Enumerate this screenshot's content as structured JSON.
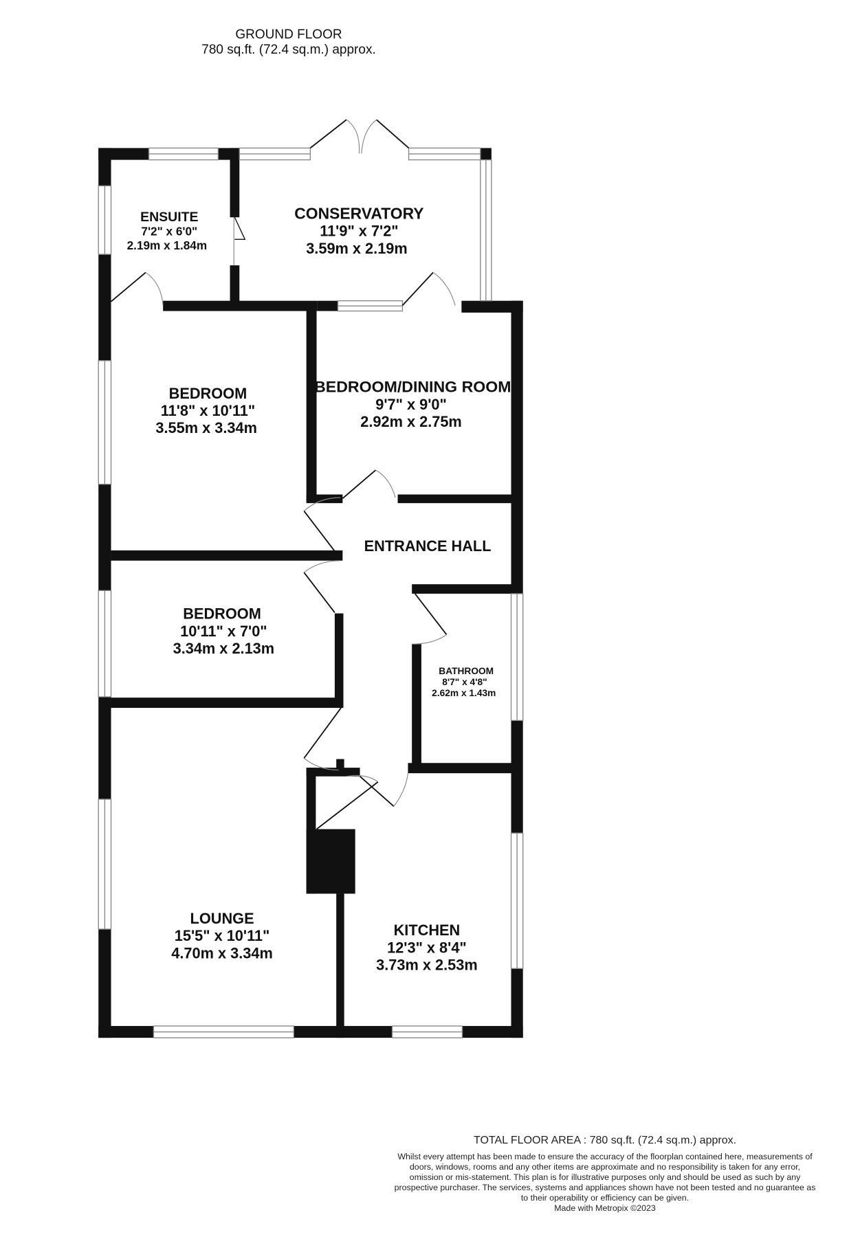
{
  "header": {
    "floor_name": "GROUND FLOOR",
    "floor_area": "780 sq.ft. (72.4 sq.m.) approx."
  },
  "rooms": [
    {
      "name": "ENSUITE",
      "imperial": "7'2\"  x 6'0\"",
      "metric": "2.19m  x 1.84m"
    },
    {
      "name": "CONSERVATORY",
      "imperial": "11'9\"  x 7'2\"",
      "metric": "3.59m  x 2.19m"
    },
    {
      "name": "BEDROOM",
      "imperial": "11'8\"  x 10'11\"",
      "metric": "3.55m  x 3.34m"
    },
    {
      "name": "BEDROOM/DINING ROOM",
      "imperial": "9'7\"  x 9'0\"",
      "metric": "2.92m  x 2.75m"
    },
    {
      "name": "ENTRANCE HALL"
    },
    {
      "name": "BEDROOM",
      "imperial": "10'11\"  x 7'0\"",
      "metric": "3.34m  x 2.13m"
    },
    {
      "name": "BATHROOM",
      "imperial": "8'7\"  x 4'8\"",
      "metric": "2.62m  x 1.43m"
    },
    {
      "name": "LOUNGE",
      "imperial": "15'5\"  x 10'11\"",
      "metric": "4.70m  x 3.34m"
    },
    {
      "name": "KITCHEN",
      "imperial": "12'3\"  x 8'4\"",
      "metric": "3.73m  x 2.53m"
    }
  ],
  "footer": {
    "total_area": "TOTAL FLOOR AREA : 780 sq.ft. (72.4 sq.m.) approx.",
    "disclaimer": "Whilst every attempt has been made to ensure the accuracy of the floorplan contained here, measurements of doors, windows, rooms and any other items are approximate and no responsibility is taken for any error, omission or mis-statement. This plan is for illustrative purposes only and should be used as such by any prospective purchaser. The services, systems and appliances shown have not been tested and no guarantee as to their operability or efficiency can be given.",
    "credit": "Made with Metropix ©2023"
  },
  "colors": {
    "wall": "#111111",
    "window_line": "#888888",
    "background": "#ffffff"
  }
}
